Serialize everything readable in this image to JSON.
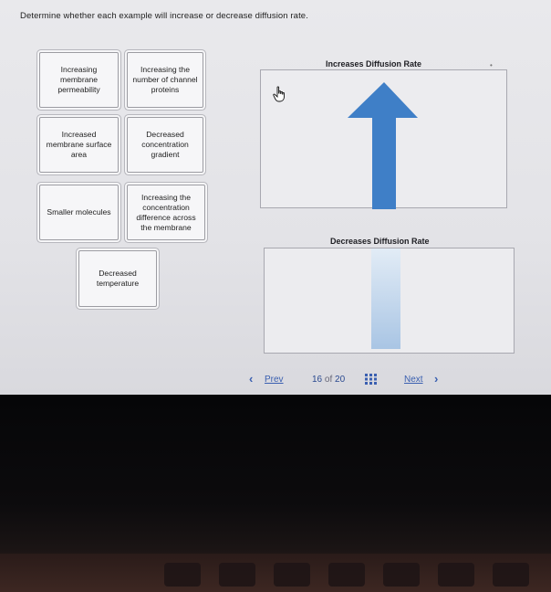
{
  "prompt": "Determine whether each example will increase or decrease diffusion rate.",
  "cards": [
    {
      "id": "permeability",
      "text": "Increasing membrane permeability"
    },
    {
      "id": "channel-proteins",
      "text": "Increasing the number of channel proteins"
    },
    {
      "id": "surface-area",
      "text": "Increased membrane surface area"
    },
    {
      "id": "conc-gradient",
      "text": "Decreased concentration gradient"
    },
    {
      "id": "smaller-molecules",
      "text": "Smaller molecules"
    },
    {
      "id": "conc-difference",
      "text": "Increasing the concentration difference across the membrane"
    },
    {
      "id": "temperature",
      "text": "Decreased temperature"
    }
  ],
  "zones": {
    "increase": {
      "title": "Increases Diffusion Rate"
    },
    "decrease": {
      "title": "Decreases Diffusion Rate"
    }
  },
  "nav": {
    "prev_label": "Prev",
    "next_label": "Next",
    "current": "16",
    "of_label": "of",
    "total": "20"
  },
  "colors": {
    "arrow_up": "#3f7fc7",
    "arrow_down": "#bcd2ea",
    "link": "#3a5fb0"
  },
  "icons": {
    "cursor": "hand-pointer-icon",
    "grid": "grid-icon",
    "prev": "chevron-left-icon",
    "next": "chevron-right-icon"
  }
}
